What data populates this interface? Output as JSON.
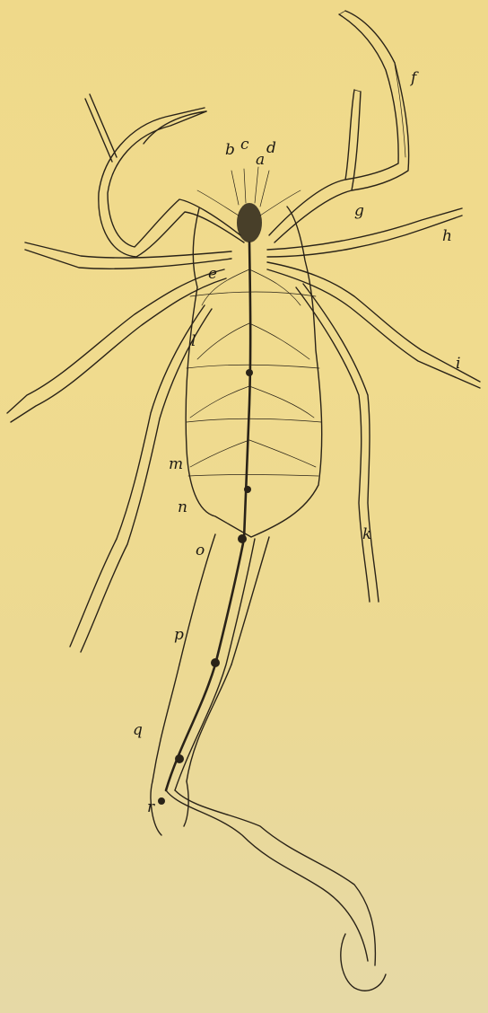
{
  "figure": {
    "labels": {
      "a": "a",
      "b": "b",
      "c": "c",
      "d": "d",
      "e": "e",
      "f": "f",
      "g": "g",
      "h": "h",
      "i": "i",
      "k": "k",
      "l": "l",
      "m": "m",
      "n": "n",
      "o": "o",
      "p": "p",
      "q": "q",
      "r": "r"
    }
  },
  "colors": {
    "paper": "#efd98a",
    "ink": "#2a2318"
  }
}
